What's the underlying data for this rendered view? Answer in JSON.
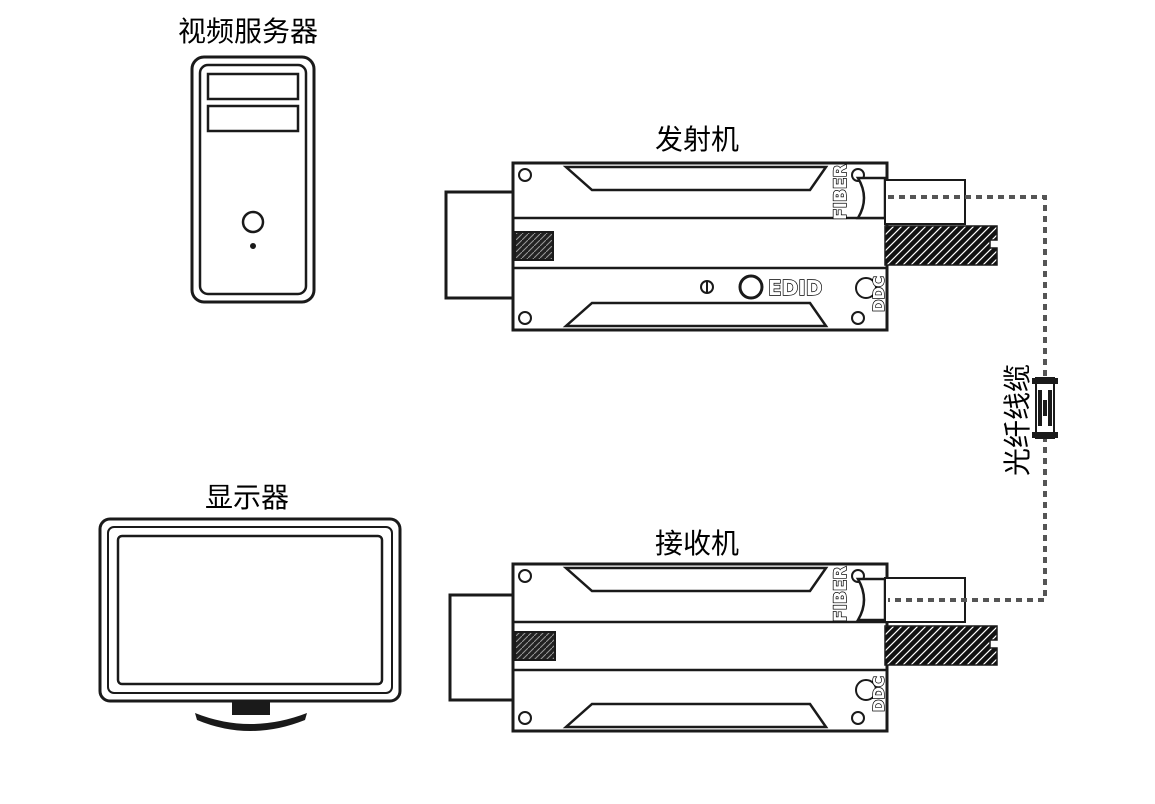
{
  "labels": {
    "server": "视频服务器",
    "transmitter": "发射机",
    "display": "显示器",
    "receiver": "接收机",
    "cable": "光纤线缆"
  },
  "device_markings": {
    "fiber": "FIBER",
    "edid": "EDID",
    "ddc": "DDC"
  },
  "colors": {
    "line": "#1a1a1a",
    "cable_dash": "#555555",
    "background": "#ffffff"
  }
}
